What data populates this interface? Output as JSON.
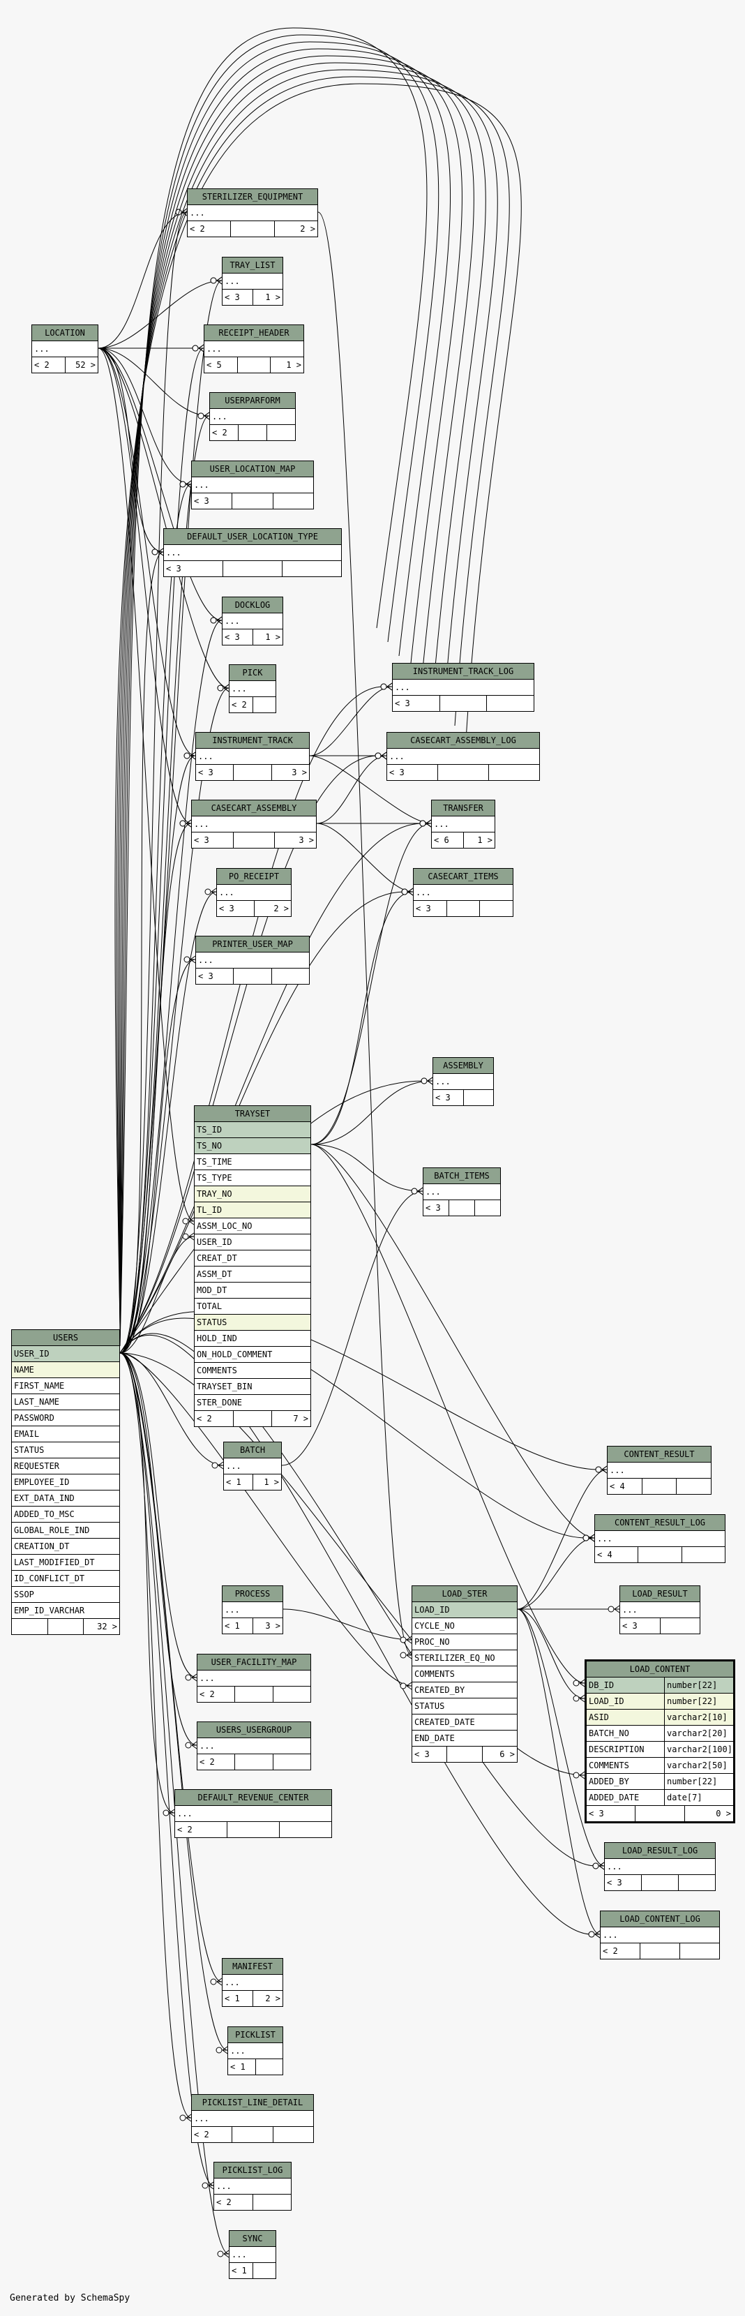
{
  "footer": "Generated by SchemaSpy",
  "tables": {
    "sterilizer_equipment": {
      "name": "STERILIZER_EQUIPMENT",
      "rows": [
        "..."
      ],
      "foot": [
        "< 2",
        "",
        "2 >"
      ]
    },
    "tray_list": {
      "name": "TRAY_LIST",
      "rows": [
        "..."
      ],
      "foot": [
        "< 3",
        "1 >"
      ]
    },
    "location": {
      "name": "LOCATION",
      "rows": [
        "..."
      ],
      "foot": [
        "< 2",
        "52 >"
      ]
    },
    "receipt_header": {
      "name": "RECEIPT_HEADER",
      "rows": [
        "..."
      ],
      "foot": [
        "< 5",
        "",
        "1 >"
      ]
    },
    "userparform": {
      "name": "USERPARFORM",
      "rows": [
        "..."
      ],
      "foot": [
        "< 2",
        "",
        ""
      ]
    },
    "user_location_map": {
      "name": "USER_LOCATION_MAP",
      "rows": [
        "..."
      ],
      "foot": [
        "< 3",
        "",
        ""
      ]
    },
    "default_user_location_type": {
      "name": "DEFAULT_USER_LOCATION_TYPE",
      "rows": [
        "..."
      ],
      "foot": [
        "< 3",
        "",
        ""
      ]
    },
    "docklog": {
      "name": "DOCKLOG",
      "rows": [
        "..."
      ],
      "foot": [
        "< 3",
        "1 >"
      ]
    },
    "pick": {
      "name": "PICK",
      "rows": [
        "..."
      ],
      "foot": [
        "< 2",
        ""
      ]
    },
    "instrument_track_log": {
      "name": "INSTRUMENT_TRACK_LOG",
      "rows": [
        "..."
      ],
      "foot": [
        "< 3",
        "",
        ""
      ]
    },
    "instrument_track": {
      "name": "INSTRUMENT_TRACK",
      "rows": [
        "..."
      ],
      "foot": [
        "< 3",
        "",
        "3 >"
      ]
    },
    "casecart_assembly_log": {
      "name": "CASECART_ASSEMBLY_LOG",
      "rows": [
        "..."
      ],
      "foot": [
        "< 3",
        "",
        ""
      ]
    },
    "casecart_assembly": {
      "name": "CASECART_ASSEMBLY",
      "rows": [
        "..."
      ],
      "foot": [
        "< 3",
        "",
        "3 >"
      ]
    },
    "transfer": {
      "name": "TRANSFER",
      "rows": [
        "..."
      ],
      "foot": [
        "< 6",
        "1 >"
      ]
    },
    "po_receipt": {
      "name": "PO_RECEIPT",
      "rows": [
        "..."
      ],
      "foot": [
        "< 3",
        "2 >"
      ]
    },
    "casecart_items": {
      "name": "CASECART_ITEMS",
      "rows": [
        "..."
      ],
      "foot": [
        "< 3",
        "",
        ""
      ]
    },
    "printer_user_map": {
      "name": "PRINTER_USER_MAP",
      "rows": [
        "..."
      ],
      "foot": [
        "< 3",
        "",
        ""
      ]
    },
    "assembly": {
      "name": "ASSEMBLY",
      "rows": [
        "..."
      ],
      "foot": [
        "< 3",
        ""
      ]
    },
    "trayset": {
      "name": "TRAYSET",
      "rows": [
        "TS_ID",
        "TS_NO",
        "TS_TIME",
        "TS_TYPE",
        "TRAY_NO",
        "TL_ID",
        "ASSM_LOC_NO",
        "USER_ID",
        "CREAT_DT",
        "ASSM_DT",
        "MOD_DT",
        "TOTAL",
        "STATUS",
        "HOLD_IND",
        "ON_HOLD_COMMENT",
        "COMMENTS",
        "TRAYSET_BIN",
        "STER_DONE"
      ],
      "foot": [
        "< 2",
        "",
        "7 >"
      ]
    },
    "batch_items": {
      "name": "BATCH_ITEMS",
      "rows": [
        "..."
      ],
      "foot": [
        "< 3",
        "",
        ""
      ]
    },
    "users": {
      "name": "USERS",
      "rows": [
        "USER_ID",
        "NAME",
        "FIRST_NAME",
        "LAST_NAME",
        "PASSWORD",
        "EMAIL",
        "STATUS",
        "REQUESTER",
        "EMPLOYEE_ID",
        "EXT_DATA_IND",
        "ADDED_TO_MSC",
        "GLOBAL_ROLE_IND",
        "CREATION_DT",
        "LAST_MODIFIED_DT",
        "ID_CONFLICT_DT",
        "SSOP",
        "EMP_ID_VARCHAR"
      ],
      "foot": [
        "",
        "",
        "32 >"
      ]
    },
    "batch": {
      "name": "BATCH",
      "rows": [
        "..."
      ],
      "foot": [
        "< 1",
        "1 >"
      ]
    },
    "content_result": {
      "name": "CONTENT_RESULT",
      "rows": [
        "..."
      ],
      "foot": [
        "< 4",
        "",
        ""
      ]
    },
    "content_result_log": {
      "name": "CONTENT_RESULT_LOG",
      "rows": [
        "..."
      ],
      "foot": [
        "< 4",
        "",
        ""
      ]
    },
    "process": {
      "name": "PROCESS",
      "rows": [
        "..."
      ],
      "foot": [
        "< 1",
        "3 >"
      ]
    },
    "load_ster": {
      "name": "LOAD_STER",
      "rows": [
        "LOAD_ID",
        "CYCLE_NO",
        "PROC_NO",
        "STERILIZER_EQ_NO",
        "COMMENTS",
        "CREATED_BY",
        "STATUS",
        "CREATED_DATE",
        "END_DATE"
      ],
      "foot": [
        "< 3",
        "",
        "6 >"
      ]
    },
    "load_result": {
      "name": "LOAD_RESULT",
      "rows": [
        "..."
      ],
      "foot": [
        "< 3",
        ""
      ]
    },
    "load_content": {
      "name": "LOAD_CONTENT",
      "rows": [
        [
          "DB_ID",
          "number[22]"
        ],
        [
          "LOAD_ID",
          "number[22]"
        ],
        [
          "ASID",
          "varchar2[10]"
        ],
        [
          "BATCH_NO",
          "varchar2[20]"
        ],
        [
          "DESCRIPTION",
          "varchar2[100]"
        ],
        [
          "COMMENTS",
          "varchar2[50]"
        ],
        [
          "ADDED_BY",
          "number[22]"
        ],
        [
          "ADDED_DATE",
          "date[7]"
        ]
      ],
      "foot": [
        "< 3",
        "",
        "0 >"
      ]
    },
    "user_facility_map": {
      "name": "USER_FACILITY_MAP",
      "rows": [
        "..."
      ],
      "foot": [
        "< 2",
        "",
        ""
      ]
    },
    "users_usergroup": {
      "name": "USERS_USERGROUP",
      "rows": [
        "..."
      ],
      "foot": [
        "< 2",
        "",
        ""
      ]
    },
    "default_revenue_center": {
      "name": "DEFAULT_REVENUE_CENTER",
      "rows": [
        "..."
      ],
      "foot": [
        "< 2",
        "",
        ""
      ]
    },
    "load_result_log": {
      "name": "LOAD_RESULT_LOG",
      "rows": [
        "..."
      ],
      "foot": [
        "< 3",
        "",
        ""
      ]
    },
    "load_content_log": {
      "name": "LOAD_CONTENT_LOG",
      "rows": [
        "..."
      ],
      "foot": [
        "< 2",
        "",
        ""
      ]
    },
    "manifest": {
      "name": "MANIFEST",
      "rows": [
        "..."
      ],
      "foot": [
        "< 1",
        "2 >"
      ]
    },
    "picklist": {
      "name": "PICKLIST",
      "rows": [
        "..."
      ],
      "foot": [
        "< 1",
        ""
      ]
    },
    "picklist_line_detail": {
      "name": "PICKLIST_LINE_DETAIL",
      "rows": [
        "..."
      ],
      "foot": [
        "< 2",
        "",
        ""
      ]
    },
    "picklist_log": {
      "name": "PICKLIST_LOG",
      "rows": [
        "..."
      ],
      "foot": [
        "< 2",
        ""
      ]
    },
    "sync": {
      "name": "SYNC",
      "rows": [
        "..."
      ],
      "foot": [
        "< 1",
        ""
      ]
    }
  }
}
